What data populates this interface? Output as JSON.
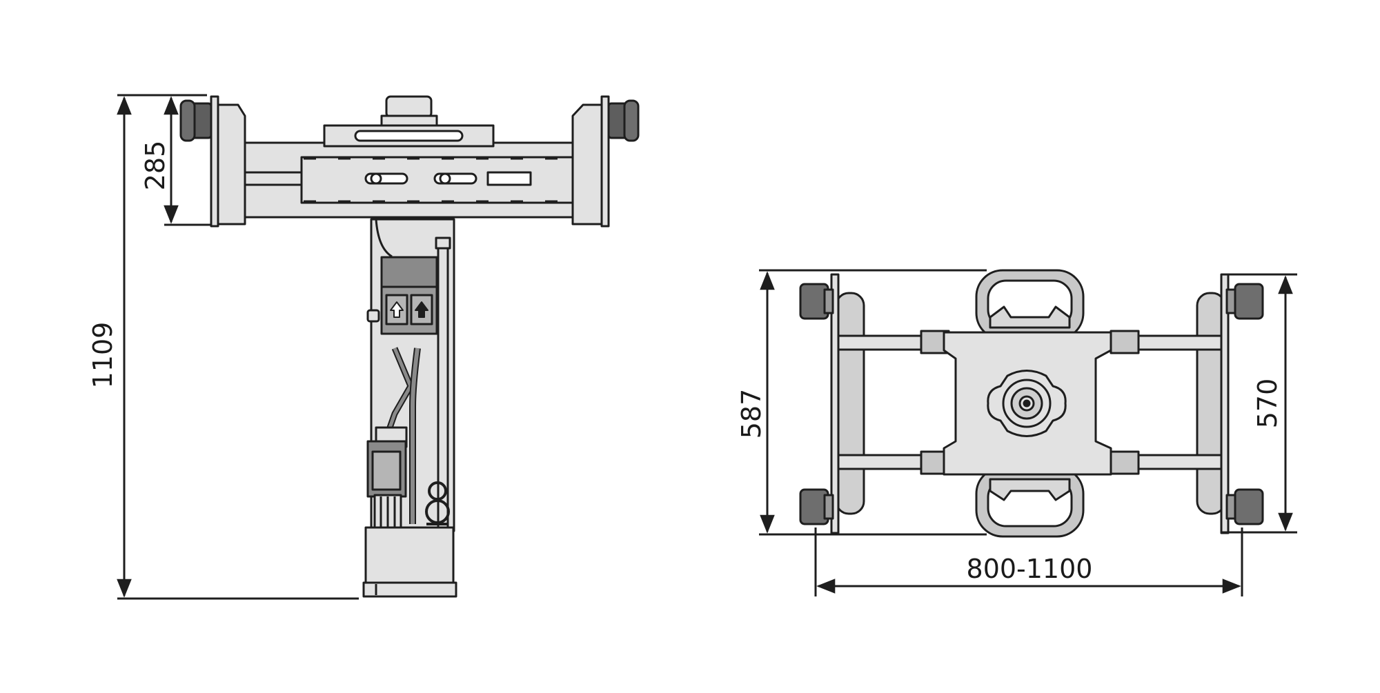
{
  "dimensions": {
    "total_height": "1109",
    "upper_height": "285",
    "depth_outer": "587",
    "depth_inner": "570",
    "width_range": "800-1100"
  },
  "colors": {
    "outline": "#1e1e1e",
    "body_fill": "#e2e2e2",
    "dark_fill": "#8a8a8a",
    "wheel_fill": "#6e6e6e",
    "background": "#ffffff"
  },
  "icons": {
    "lift_button_up": "arrow-up-outline-icon",
    "lift_button_up_filled": "arrow-up-filled-icon"
  }
}
